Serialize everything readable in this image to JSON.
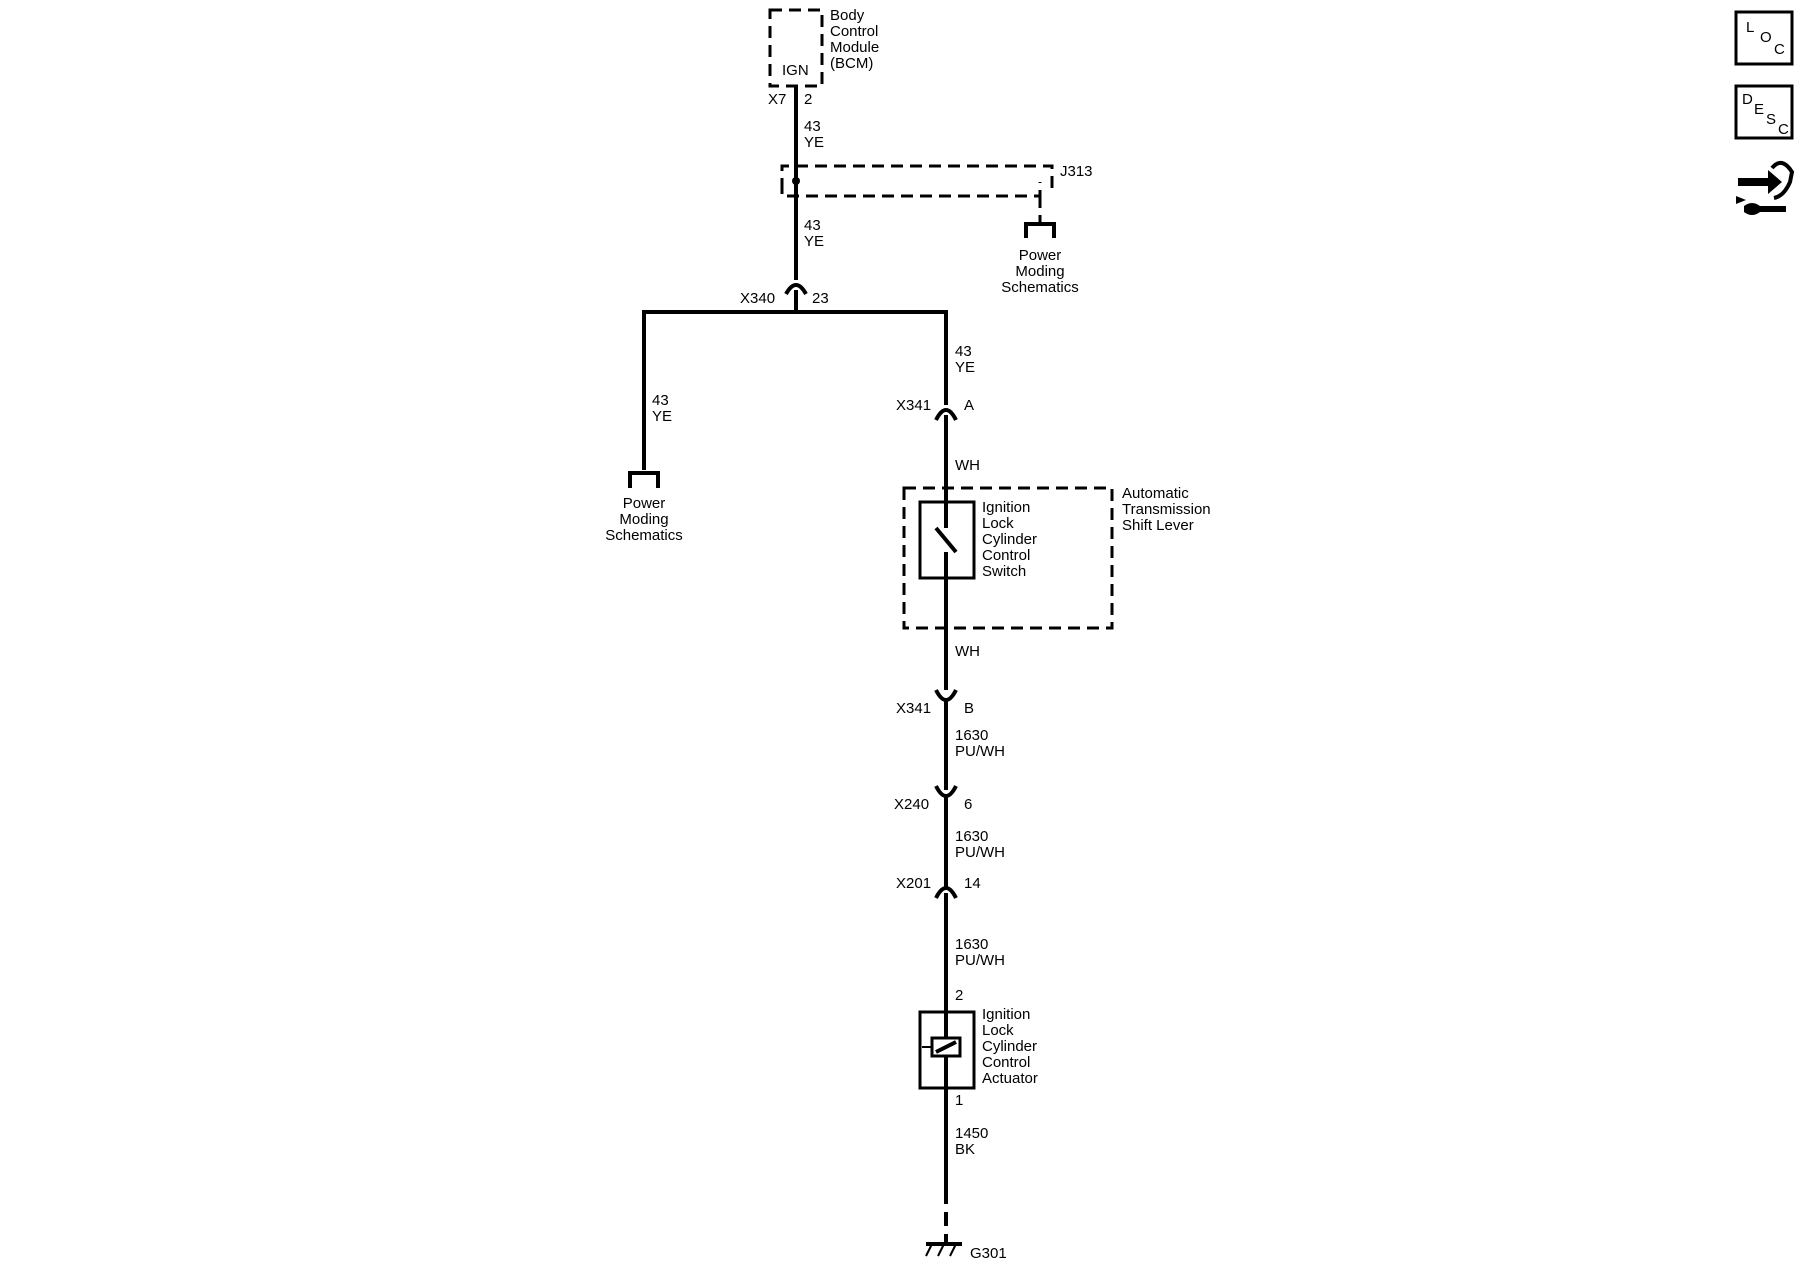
{
  "bcm": {
    "label_lines": [
      "Body",
      "Control",
      "Module",
      "(BCM)"
    ],
    "pin_label": "IGN",
    "connector": "X7",
    "pin": "2"
  },
  "wire_43_ye": {
    "circuit": "43",
    "color": "YE"
  },
  "splice_j313": {
    "label": "J313"
  },
  "power_moding": {
    "label_lines": [
      "Power",
      "Moding",
      "Schematics"
    ]
  },
  "x340": {
    "connector": "X340",
    "pin": "23"
  },
  "x341_a": {
    "connector": "X341",
    "pin": "A"
  },
  "wire_wh": {
    "color": "WH"
  },
  "shift_lever": {
    "label_lines": [
      "Automatic",
      "Transmission",
      "Shift Lever"
    ]
  },
  "switch": {
    "label_lines": [
      "Ignition",
      "Lock",
      "Cylinder",
      "Control",
      "Switch"
    ]
  },
  "x341_b": {
    "connector": "X341",
    "pin": "B"
  },
  "wire_1630": {
    "circuit": "1630",
    "color": "PU/WH"
  },
  "x240": {
    "connector": "X240",
    "pin": "6"
  },
  "x201": {
    "connector": "X201",
    "pin": "14"
  },
  "actuator": {
    "label_lines": [
      "Ignition",
      "Lock",
      "Cylinder",
      "Control",
      "Actuator"
    ],
    "pin_top": "2",
    "pin_bottom": "1"
  },
  "wire_1450": {
    "circuit": "1450",
    "color": "BK"
  },
  "ground": {
    "label": "G301"
  },
  "icons": {
    "loc": [
      "L",
      "O",
      "C"
    ],
    "desc": [
      "D",
      "E",
      "S",
      "C"
    ],
    "service": "wrench-arrows-icon"
  }
}
